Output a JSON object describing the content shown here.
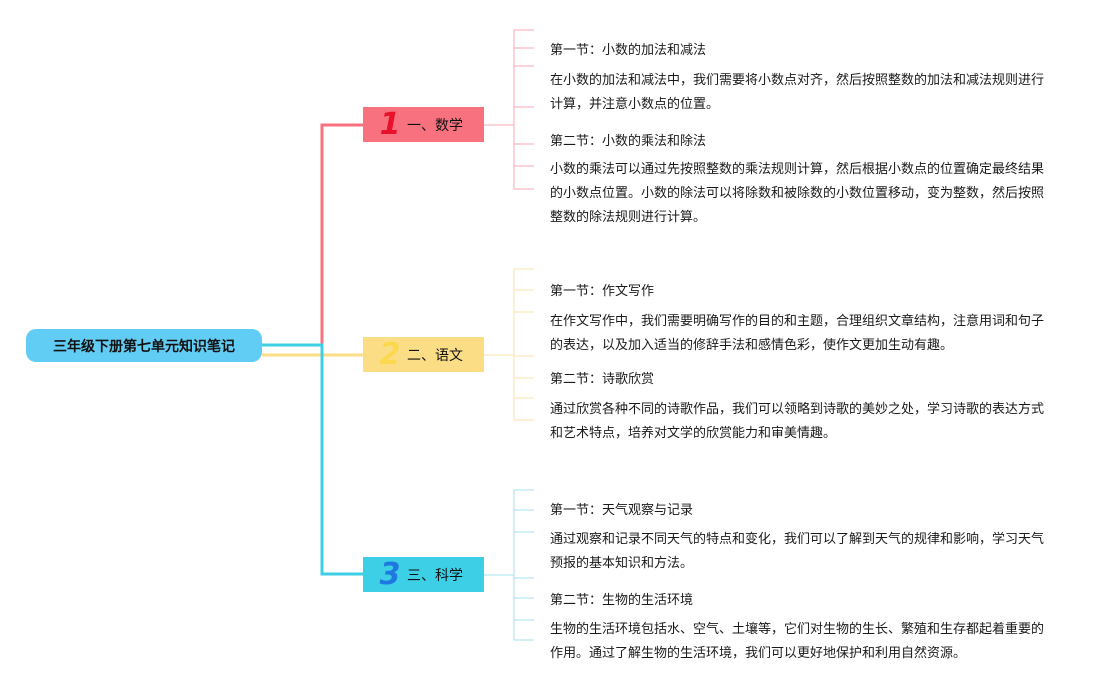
{
  "root": {
    "label": "三年级下册第七单元知识笔记"
  },
  "colors": {
    "root": "#62cdf4",
    "math": "#f7727e",
    "chinese": "#fbdd86",
    "science": "#3ccfe6"
  },
  "branches": [
    {
      "number": "1",
      "label": "一、数学",
      "sections": [
        {
          "title": "第一节：小数的加法和减法",
          "body": "在小数的加法和减法中，我们需要将小数点对齐，然后按照整数的加法和减法规则进行计算，并注意小数点的位置。"
        },
        {
          "title": "第二节：小数的乘法和除法",
          "body": "小数的乘法可以通过先按照整数的乘法规则计算，然后根据小数点的位置确定最终结果的小数点位置。小数的除法可以将除数和被除数的小数位置移动，变为整数，然后按照整数的除法规则进行计算。"
        }
      ]
    },
    {
      "number": "2",
      "label": "二、语文",
      "sections": [
        {
          "title": "第一节：作文写作",
          "body": "在作文写作中，我们需要明确写作的目的和主题，合理组织文章结构，注意用词和句子的表达，以及加入适当的修辞手法和感情色彩，使作文更加生动有趣。"
        },
        {
          "title": "第二节：诗歌欣赏",
          "body": "通过欣赏各种不同的诗歌作品，我们可以领略到诗歌的美妙之处，学习诗歌的表达方式和艺术特点，培养对文学的欣赏能力和审美情趣。"
        }
      ]
    },
    {
      "number": "3",
      "label": "三、科学",
      "sections": [
        {
          "title": "第一节：天气观察与记录",
          "body": "通过观察和记录不同天气的特点和变化，我们可以了解到天气的规律和影响，学习天气预报的基本知识和方法。"
        },
        {
          "title": "第二节：生物的生活环境",
          "body": "生物的生活环境包括水、空气、土壤等，它们对生物的生长、繁殖和生存都起着重要的作用。通过了解生物的生活环境，我们可以更好地保护和利用自然资源。"
        }
      ]
    }
  ]
}
